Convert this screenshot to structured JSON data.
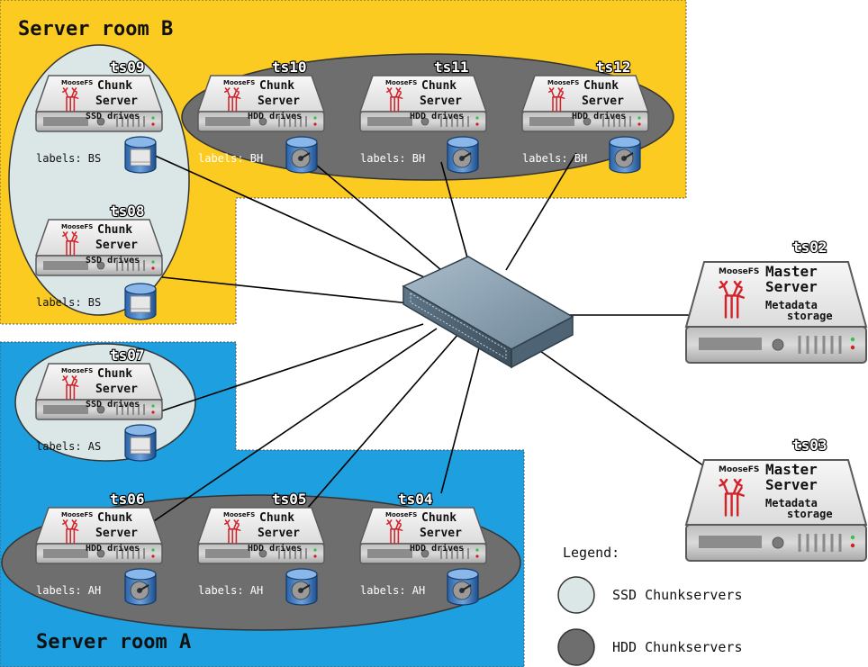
{
  "rooms": {
    "room_b": {
      "title": "Server room B",
      "color": "#fccb21"
    },
    "room_a": {
      "title": "Server room A",
      "color": "#1e9fdf"
    }
  },
  "groups": {
    "ssd_color": "#dbe6e6",
    "hdd_color": "#6e6e6e"
  },
  "chunkservers": {
    "ts09": {
      "name": "ts09",
      "brand": "MooseFS",
      "line1": "Chunk",
      "line2": "Server",
      "drives": "SSD drives",
      "labels": "labels: BS"
    },
    "ts08": {
      "name": "ts08",
      "brand": "MooseFS",
      "line1": "Chunk",
      "line2": "Server",
      "drives": "SSD drives",
      "labels": "labels: BS"
    },
    "ts10": {
      "name": "ts10",
      "brand": "MooseFS",
      "line1": "Chunk",
      "line2": "Server",
      "drives": "HDD drives",
      "labels": "labels: BH"
    },
    "ts11": {
      "name": "ts11",
      "brand": "MooseFS",
      "line1": "Chunk",
      "line2": "Server",
      "drives": "HDD drives",
      "labels": "labels: BH"
    },
    "ts12": {
      "name": "ts12",
      "brand": "MooseFS",
      "line1": "Chunk",
      "line2": "Server",
      "drives": "HDD drives",
      "labels": "labels: BH"
    },
    "ts07": {
      "name": "ts07",
      "brand": "MooseFS",
      "line1": "Chunk",
      "line2": "Server",
      "drives": "SSD drives",
      "labels": "labels: AS"
    },
    "ts06": {
      "name": "ts06",
      "brand": "MooseFS",
      "line1": "Chunk",
      "line2": "Server",
      "drives": "HDD drives",
      "labels": "labels: AH"
    },
    "ts05": {
      "name": "ts05",
      "brand": "MooseFS",
      "line1": "Chunk",
      "line2": "Server",
      "drives": "HDD drives",
      "labels": "labels: AH"
    },
    "ts04": {
      "name": "ts04",
      "brand": "MooseFS",
      "line1": "Chunk",
      "line2": "Server",
      "drives": "HDD drives",
      "labels": "labels: AH"
    }
  },
  "masters": {
    "ts02": {
      "name": "ts02",
      "brand": "MooseFS",
      "line1": "Master",
      "line2": "Server",
      "sub1": "Metadata",
      "sub2": "storage"
    },
    "ts03": {
      "name": "ts03",
      "brand": "MooseFS",
      "line1": "Master",
      "line2": "Server",
      "sub1": "Metadata",
      "sub2": "storage"
    }
  },
  "legend": {
    "title": "Legend:",
    "ssd": "SSD Chunkservers",
    "hdd": "HDD Chunkservers"
  }
}
